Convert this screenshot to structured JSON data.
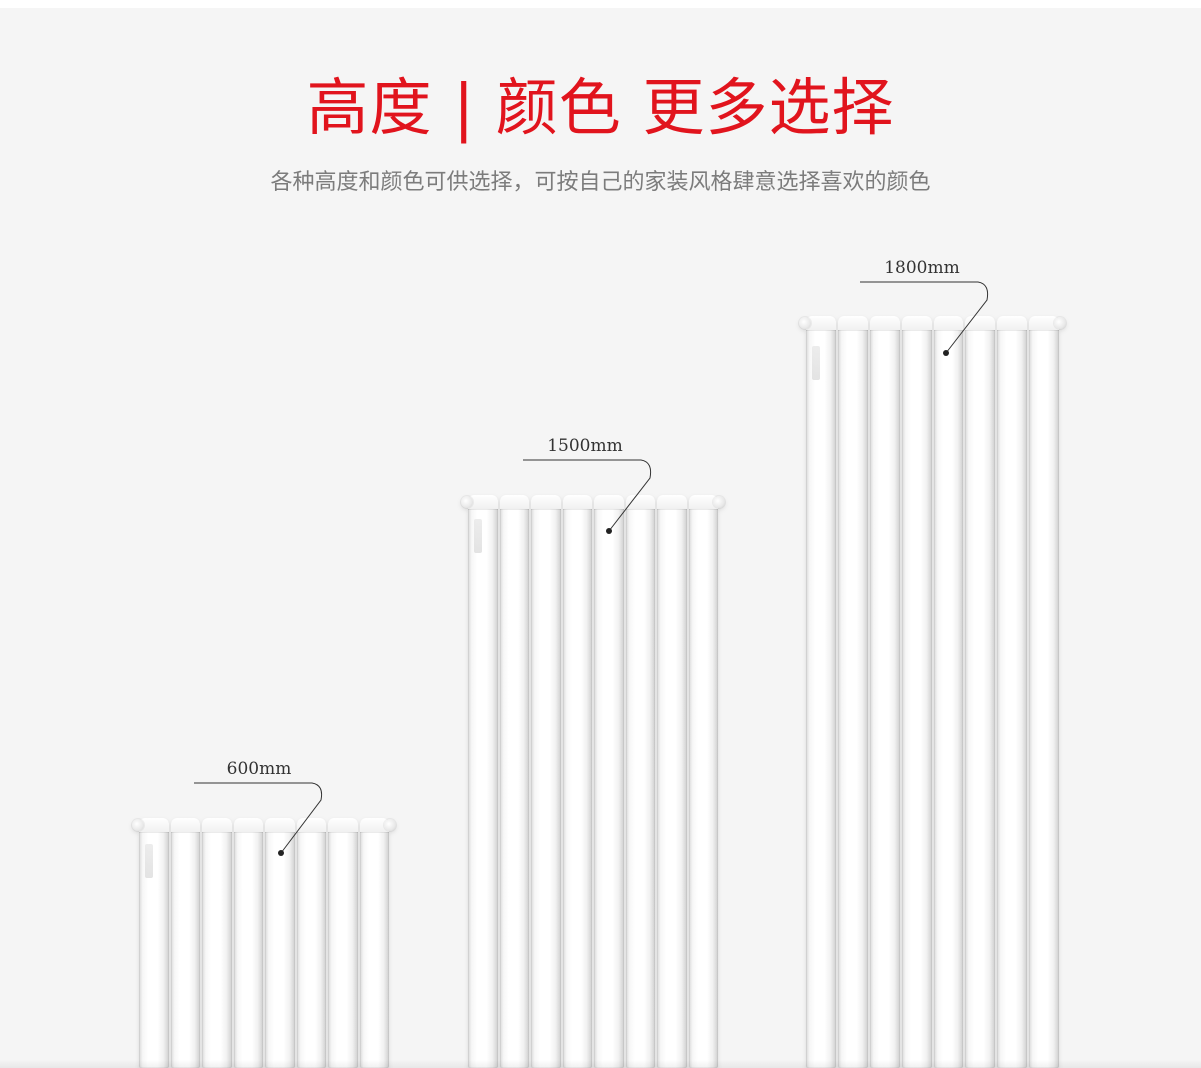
{
  "header": {
    "title": "高度 | 颜色 更多选择",
    "subtitle": "各种高度和颜色可供选择，可按自己的家装风格肆意选择喜欢的颜色"
  },
  "colors": {
    "title": "#e1141d",
    "subtitle": "#7c7c7c",
    "background": "#f5f5f5",
    "radiator": "#ffffff",
    "label": "#333333"
  },
  "radiators": [
    {
      "height_label": "600mm",
      "tubes": 8
    },
    {
      "height_label": "1500mm",
      "tubes": 8
    },
    {
      "height_label": "1800mm",
      "tubes": 8
    }
  ]
}
